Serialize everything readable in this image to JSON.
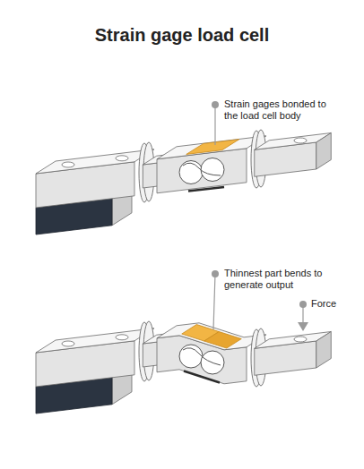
{
  "diagram": {
    "title": "Strain gage load cell",
    "labels": [
      "Strain gages bonded to the load cell body",
      "Thinnest part bends to generate output",
      "Force"
    ]
  }
}
